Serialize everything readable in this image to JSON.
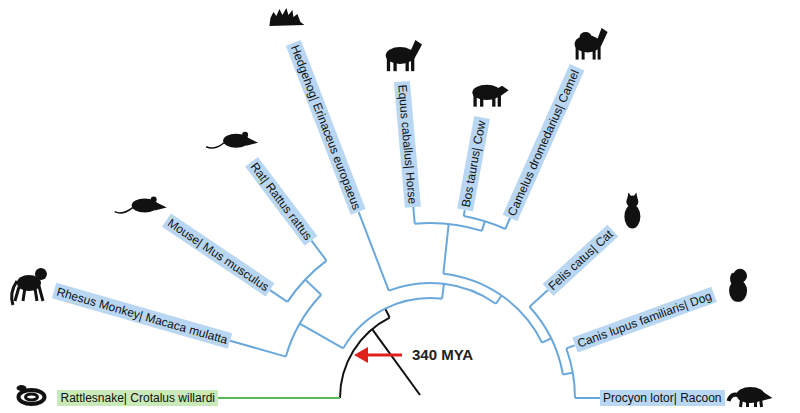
{
  "diagram": {
    "nodes": [
      {
        "text": [
          "Rattlesnake| Crotalus willardi"
        ]
      },
      {
        "text": [
          "Rhesus Monkey| Macaca mulatta"
        ]
      },
      {
        "text": [
          "Mouse| Mus musculus"
        ]
      },
      {
        "text": [
          "Rat| Rattus rattus"
        ]
      },
      {
        "text": [
          "Hedgehog| Erinaceus europaeus"
        ]
      },
      {
        "text": [
          "Equus caballus| Horse"
        ]
      },
      {
        "text": [
          "Bos taurus| Cow"
        ]
      },
      {
        "text": [
          "Camelus dromedarius| Camel"
        ]
      },
      {
        "text": [
          "Felis catus| Cat"
        ]
      },
      {
        "text": [
          "Canis lupus familiaris| Dog"
        ]
      },
      {
        "text": [
          "Procyon lotor| Racoon"
        ]
      }
    ],
    "labels": [
      "340 MYA"
    ]
  }
}
